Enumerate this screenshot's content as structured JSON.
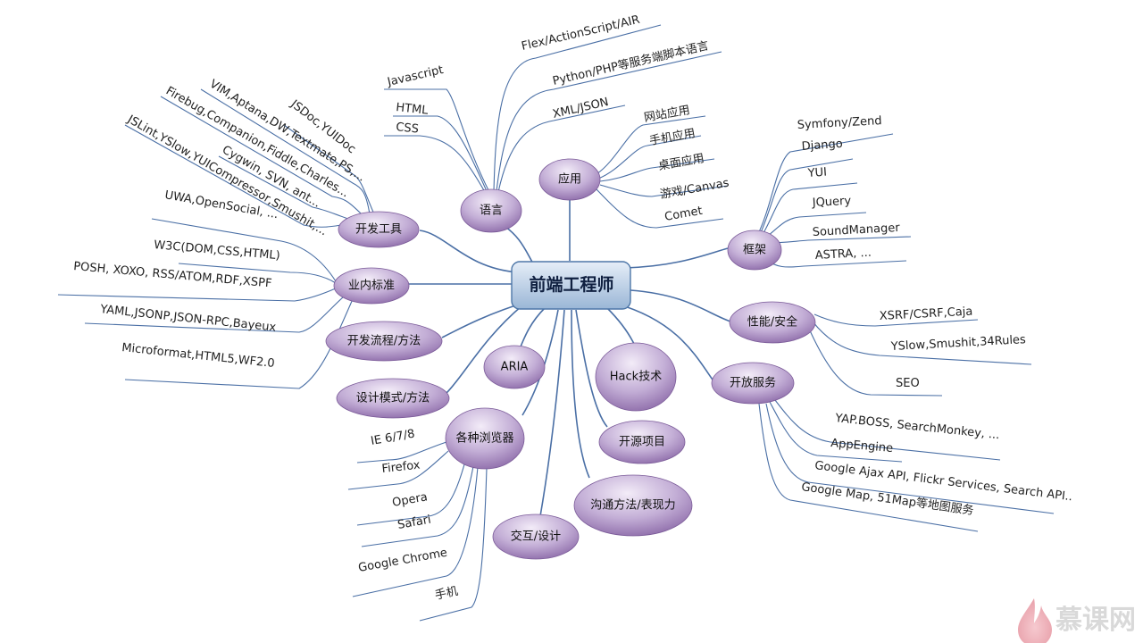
{
  "center": {
    "label": "前端工程师"
  },
  "watermark": {
    "text": "慕课网",
    "icon": "flame-icon"
  },
  "colors": {
    "line": "#4a6fa5",
    "node_light": "#efe6f6",
    "node_dark": "#8c6aa8",
    "center_light": "#dfe9f5",
    "center_dark": "#96b3d3"
  },
  "branches": [
    {
      "id": "yuyan",
      "label": "语言",
      "leaves": [
        "Javascript",
        "HTML",
        "CSS",
        "Flex/ActionScript/AIR",
        "Python/PHP等服务端脚本语言",
        "XML/JSON"
      ]
    },
    {
      "id": "yingyong",
      "label": "应用",
      "leaves": [
        "网站应用",
        "手机应用",
        "桌面应用",
        "游戏/Canvas",
        "Comet"
      ]
    },
    {
      "id": "kuangjia",
      "label": "框架",
      "leaves": [
        "Symfony/Zend",
        "Django",
        "YUI",
        "JQuery",
        "SoundManager",
        "ASTRA, ..."
      ]
    },
    {
      "id": "xingneng",
      "label": "性能/安全",
      "leaves": [
        "XSRF/CSRF,Caja",
        "YSlow,Smushit,34Rules",
        "SEO"
      ]
    },
    {
      "id": "kaifang",
      "label": "开放服务",
      "leaves": [
        "YAP.BOSS, SearchMonkey, ...",
        "AppEngine",
        "Google Ajax API, Flickr Services, Search API..",
        "Google Map, 51Map等地图服务"
      ]
    },
    {
      "id": "kaifagongju",
      "label": "开发工具",
      "leaves": [
        "JSDoc,YUIDoc",
        "VIM,Aptana,DW,Textmate,PS,...",
        "Firebug,Companion,Fiddle,Charles...",
        "Cygwin, SVN, ant...",
        "JSLint,YSlow,YUICompressor,Smushit,..."
      ]
    },
    {
      "id": "yenei",
      "label": "业内标准",
      "leaves": [
        "UWA,OpenSocial, ...",
        "W3C(DOM,CSS,HTML)",
        "POSH, XOXO, RSS/ATOM,RDF,XSPF",
        "YAML,JSONP,JSON-RPC,Bayeux",
        "Microformat,HTML5,WF2.0"
      ]
    },
    {
      "id": "liucheng",
      "label": "开发流程/方法",
      "leaves": []
    },
    {
      "id": "aria",
      "label": "ARIA",
      "leaves": []
    },
    {
      "id": "hack",
      "label": "Hack技术",
      "leaves": []
    },
    {
      "id": "sheji",
      "label": "设计模式/方法",
      "leaves": []
    },
    {
      "id": "liulanqi",
      "label": "各种浏览器",
      "leaves": [
        "IE 6/7/8",
        "Firefox",
        "Opera",
        "Safari",
        "Google Chrome",
        "手机"
      ]
    },
    {
      "id": "kaiyuan",
      "label": "开源项目",
      "leaves": []
    },
    {
      "id": "goutong",
      "label": "沟通方法/表现力",
      "leaves": []
    },
    {
      "id": "jiaohu",
      "label": "交互/设计",
      "leaves": []
    }
  ]
}
